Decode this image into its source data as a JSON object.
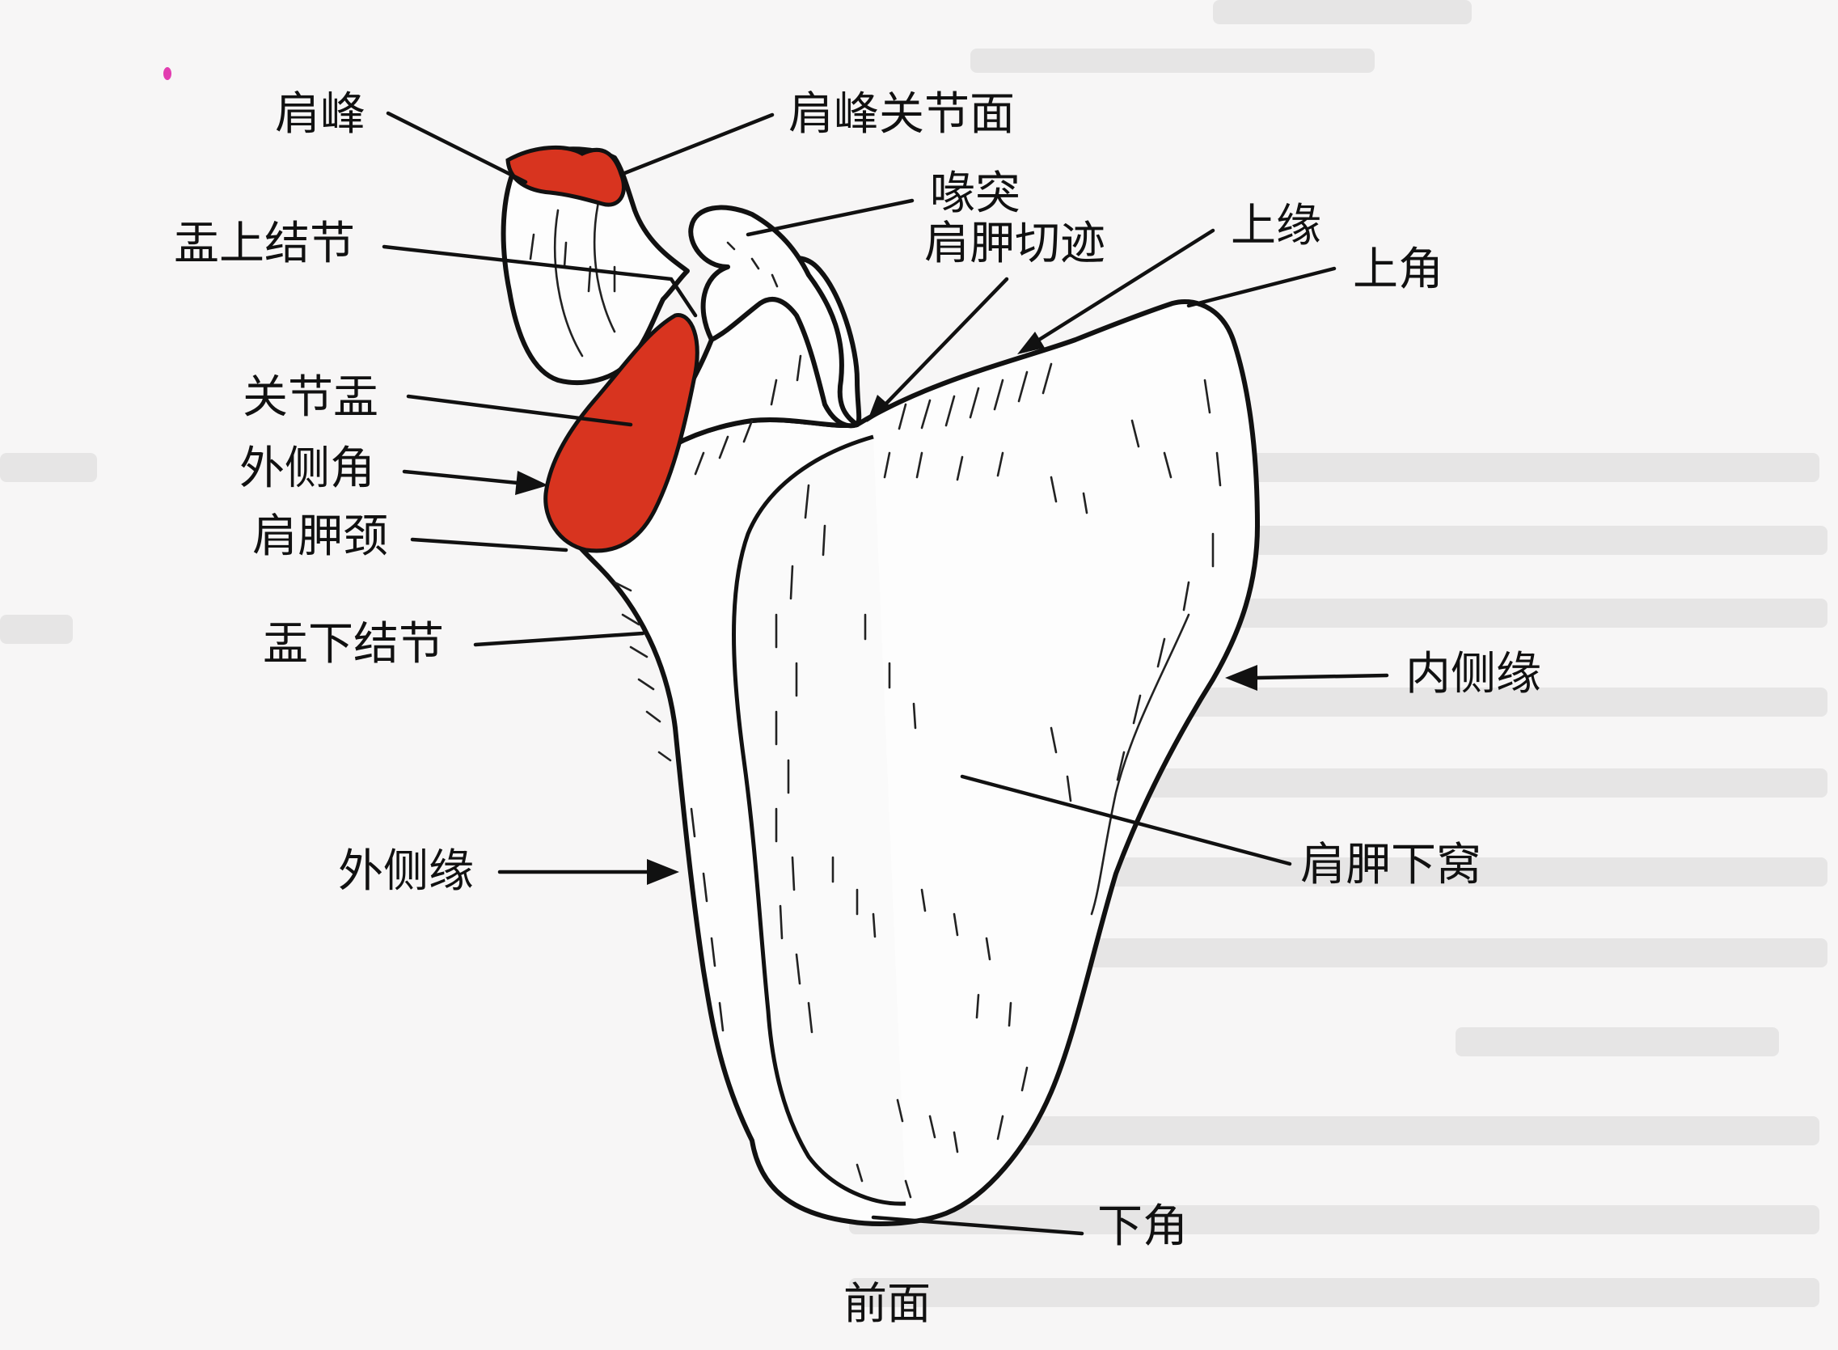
{
  "labels": {
    "acromion": "肩峰",
    "acromial_articular_surface": "肩峰关节面",
    "coracoid_process": "喙突",
    "scapular_notch": "肩胛切迹",
    "superior_border": "上缘",
    "superior_angle": "上角",
    "supraglenoid_tubercle": "盂上结节",
    "glenoid_cavity": "关节盂",
    "lateral_angle": "外侧角",
    "neck_of_scapula": "肩胛颈",
    "infraglenoid_tubercle": "盂下结节",
    "medial_border": "内侧缘",
    "lateral_border": "外侧缘",
    "subscapular_fossa": "肩胛下窝",
    "inferior_angle": "下角"
  },
  "caption": "前面",
  "colors": {
    "highlight": "#d8341f",
    "ink": "#111111",
    "paper": "#f7f6f6"
  }
}
